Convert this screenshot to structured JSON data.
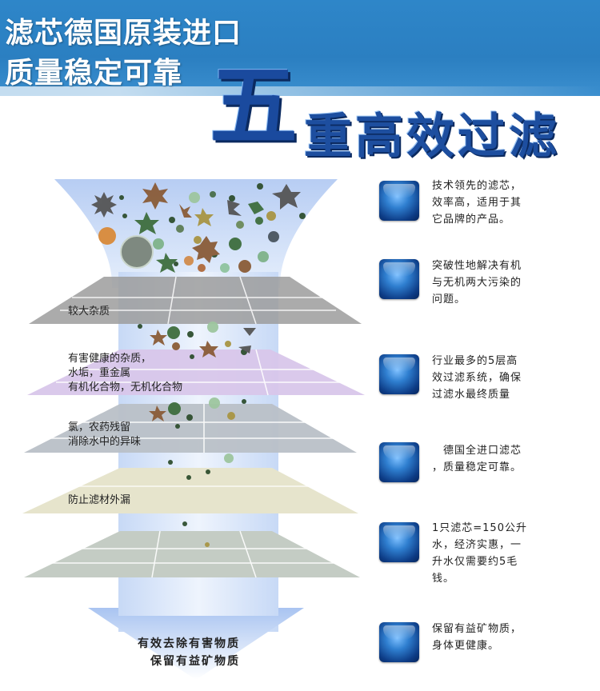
{
  "header": {
    "line1": "滤芯德国原装进口",
    "line2": "质量稳定可靠",
    "title_big": "五",
    "title_rest": "重高效过滤"
  },
  "layers": [
    {
      "label_lines": [
        "较大杂质"
      ]
    },
    {
      "label_lines": [
        "有害健康的杂质，",
        "水垢，重金属",
        "有机化合物，无机化合物"
      ]
    },
    {
      "label_lines": [
        "氯，农药残留",
        "消除水中的异味"
      ]
    },
    {
      "label_lines": [
        "防止滤材外漏"
      ]
    }
  ],
  "bottom": {
    "line1": "有效去除有害物质",
    "line2": "保留有益矿物质"
  },
  "features": [
    {
      "lines": [
        "技术领先的滤芯，",
        "效率高，适用于其",
        "它品牌的产品。"
      ]
    },
    {
      "lines": [
        "突破性地解决有机",
        "与无机两大污染的",
        "问题。"
      ]
    },
    {
      "lines": [
        "行业最多的5层高",
        "效过滤系统，确保",
        "过滤水最终质量"
      ]
    },
    {
      "lines": [
        "　德国全进口滤芯",
        "，质量稳定可靠。"
      ]
    },
    {
      "lines": [
        "1只滤芯=150公升",
        "水，经济实惠，一",
        "升水仅需要约5毛",
        "钱。"
      ]
    },
    {
      "lines": [
        "保留有益矿物质，",
        "身体更健康。"
      ]
    }
  ],
  "colors": {
    "banner": "#2e86c9",
    "title": "#1d4e9f",
    "funnel": "#c9dcf7",
    "layer_gray": "#9c9c9c",
    "layer_purple": "#d8c6ea",
    "layer_beige": "#e6e4cc",
    "layer_light": "#c4ccc4"
  }
}
